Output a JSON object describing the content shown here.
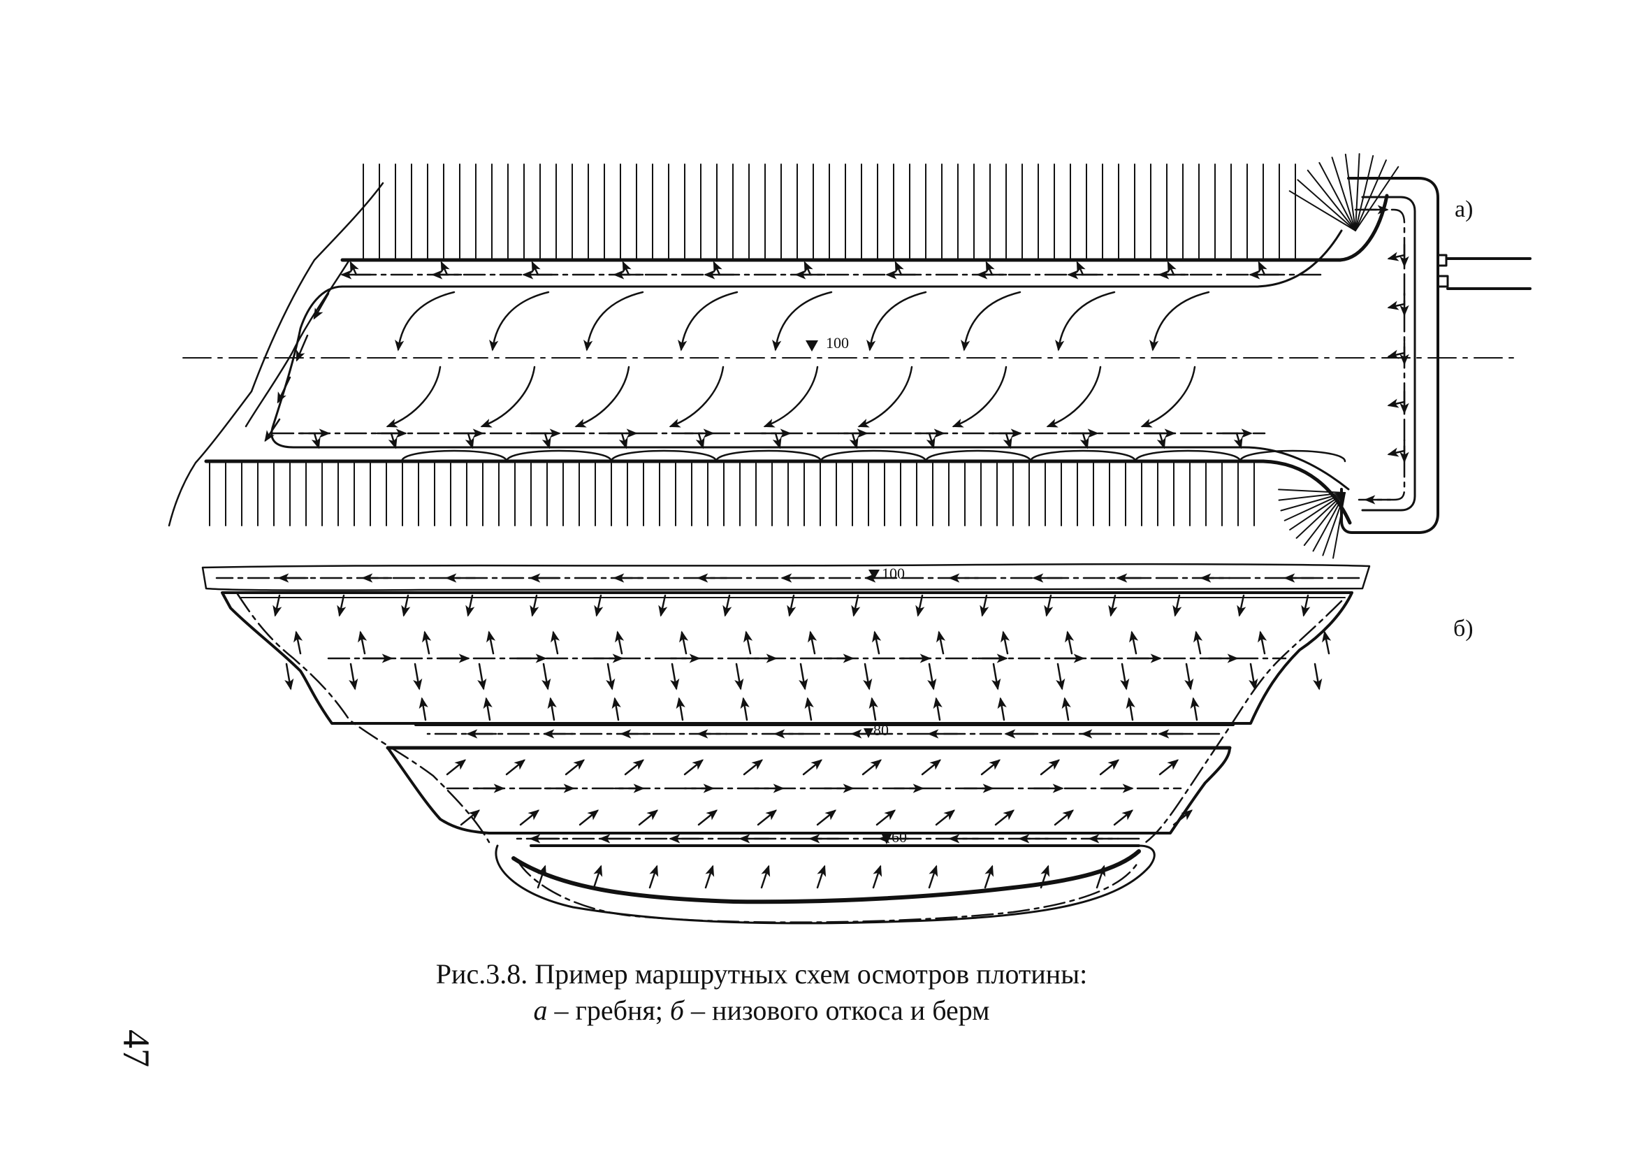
{
  "figure": {
    "panel_a_label": "а)",
    "panel_b_label": "б)",
    "crest_mark": "100",
    "panel_b_crest_mark": "100",
    "berm_1_mark": "80",
    "berm_2_mark": "60"
  },
  "caption": {
    "line1": "Рис.3.8. Пример маршрутных схем осмотров плотины:",
    "a_letter": "а",
    "a_text": " – гребня; ",
    "b_letter": "б",
    "b_text": " – низового откоса и берм"
  },
  "page_number": "47",
  "colors": {
    "ink": "#111111",
    "paper": "#ffffff"
  }
}
